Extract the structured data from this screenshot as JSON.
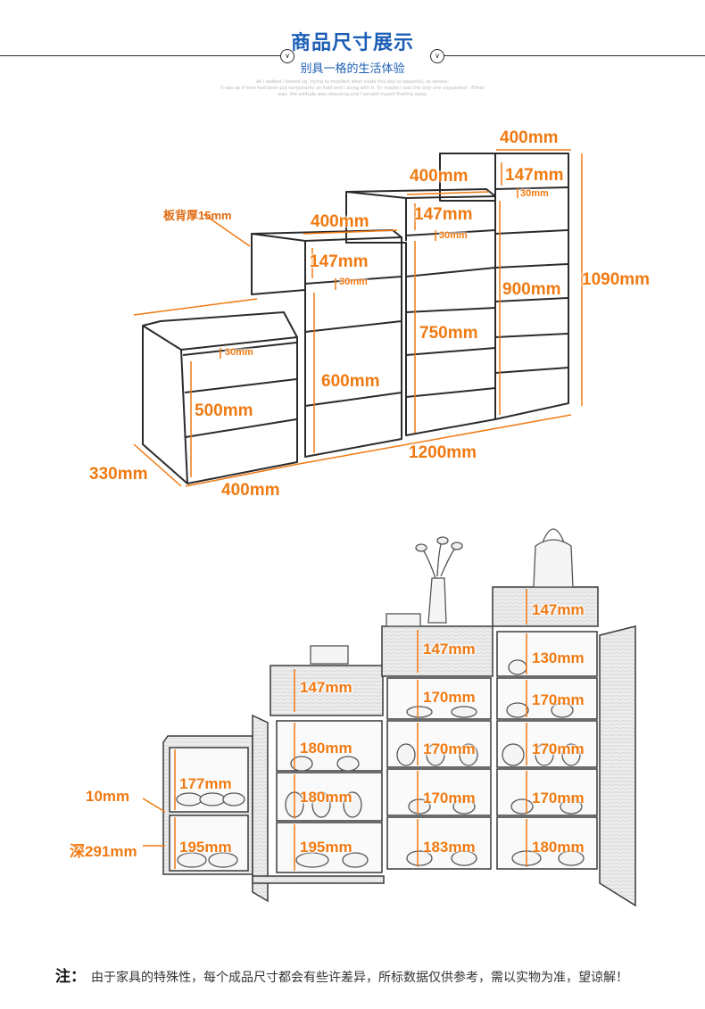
{
  "header": {
    "title": "商品尺寸展示",
    "subtitle": "别具一格的生活体验",
    "english_lines": [
      "As I walked I looked up, trying to recollect what made this day so beautiful, so serene.",
      "It was as if time had been put temporarily on hold and I along with it. Or maybe I was the only one unguarded - Either",
      "way, the solitude was cleansing and I sensed myself floating away."
    ]
  },
  "top_diagram": {
    "labels": {
      "back_board": "板背厚15mm",
      "depth": "330mm",
      "width_small": "400mm",
      "total_width": "1200mm",
      "total_height": "1090mm",
      "top_width_1": "400mm",
      "top_width_2": "400mm",
      "top_width_3": "400mm",
      "drawer_1": "147mm",
      "drawer_2": "147mm",
      "drawer_3": "147mm",
      "gap_1": "30mm",
      "gap_2": "30mm",
      "gap_3": "30mm",
      "gap_4": "30mm",
      "body_1": "500mm",
      "body_2": "600mm",
      "body_3": "750mm",
      "body_4": "900mm"
    }
  },
  "bottom_diagram": {
    "labels": {
      "thickness": "10mm",
      "depth": "深291mm",
      "c1_top": "177mm",
      "c1_bottom": "195mm",
      "c2_drawer": "147mm",
      "c2_a": "180mm",
      "c2_b": "180mm",
      "c2_c": "195mm",
      "c3_drawer": "147mm",
      "c3_a": "170mm",
      "c3_b": "170mm",
      "c3_c": "170mm",
      "c3_d": "183mm",
      "c4_drawer": "147mm",
      "c4_a": "130mm",
      "c4_b": "170mm",
      "c4_c": "170mm",
      "c4_d": "170mm",
      "c4_e": "180mm"
    }
  },
  "footer": {
    "note_label": "注：",
    "note_text": "由于家具的特殊性，每个成品尺寸都会有些许差异，所标数据仅供参考，需以实物为准，望谅解！"
  },
  "colors": {
    "accent_blue": "#1d5fb5",
    "dimension_orange": "#f07a12",
    "line": "#2b2b2b"
  }
}
